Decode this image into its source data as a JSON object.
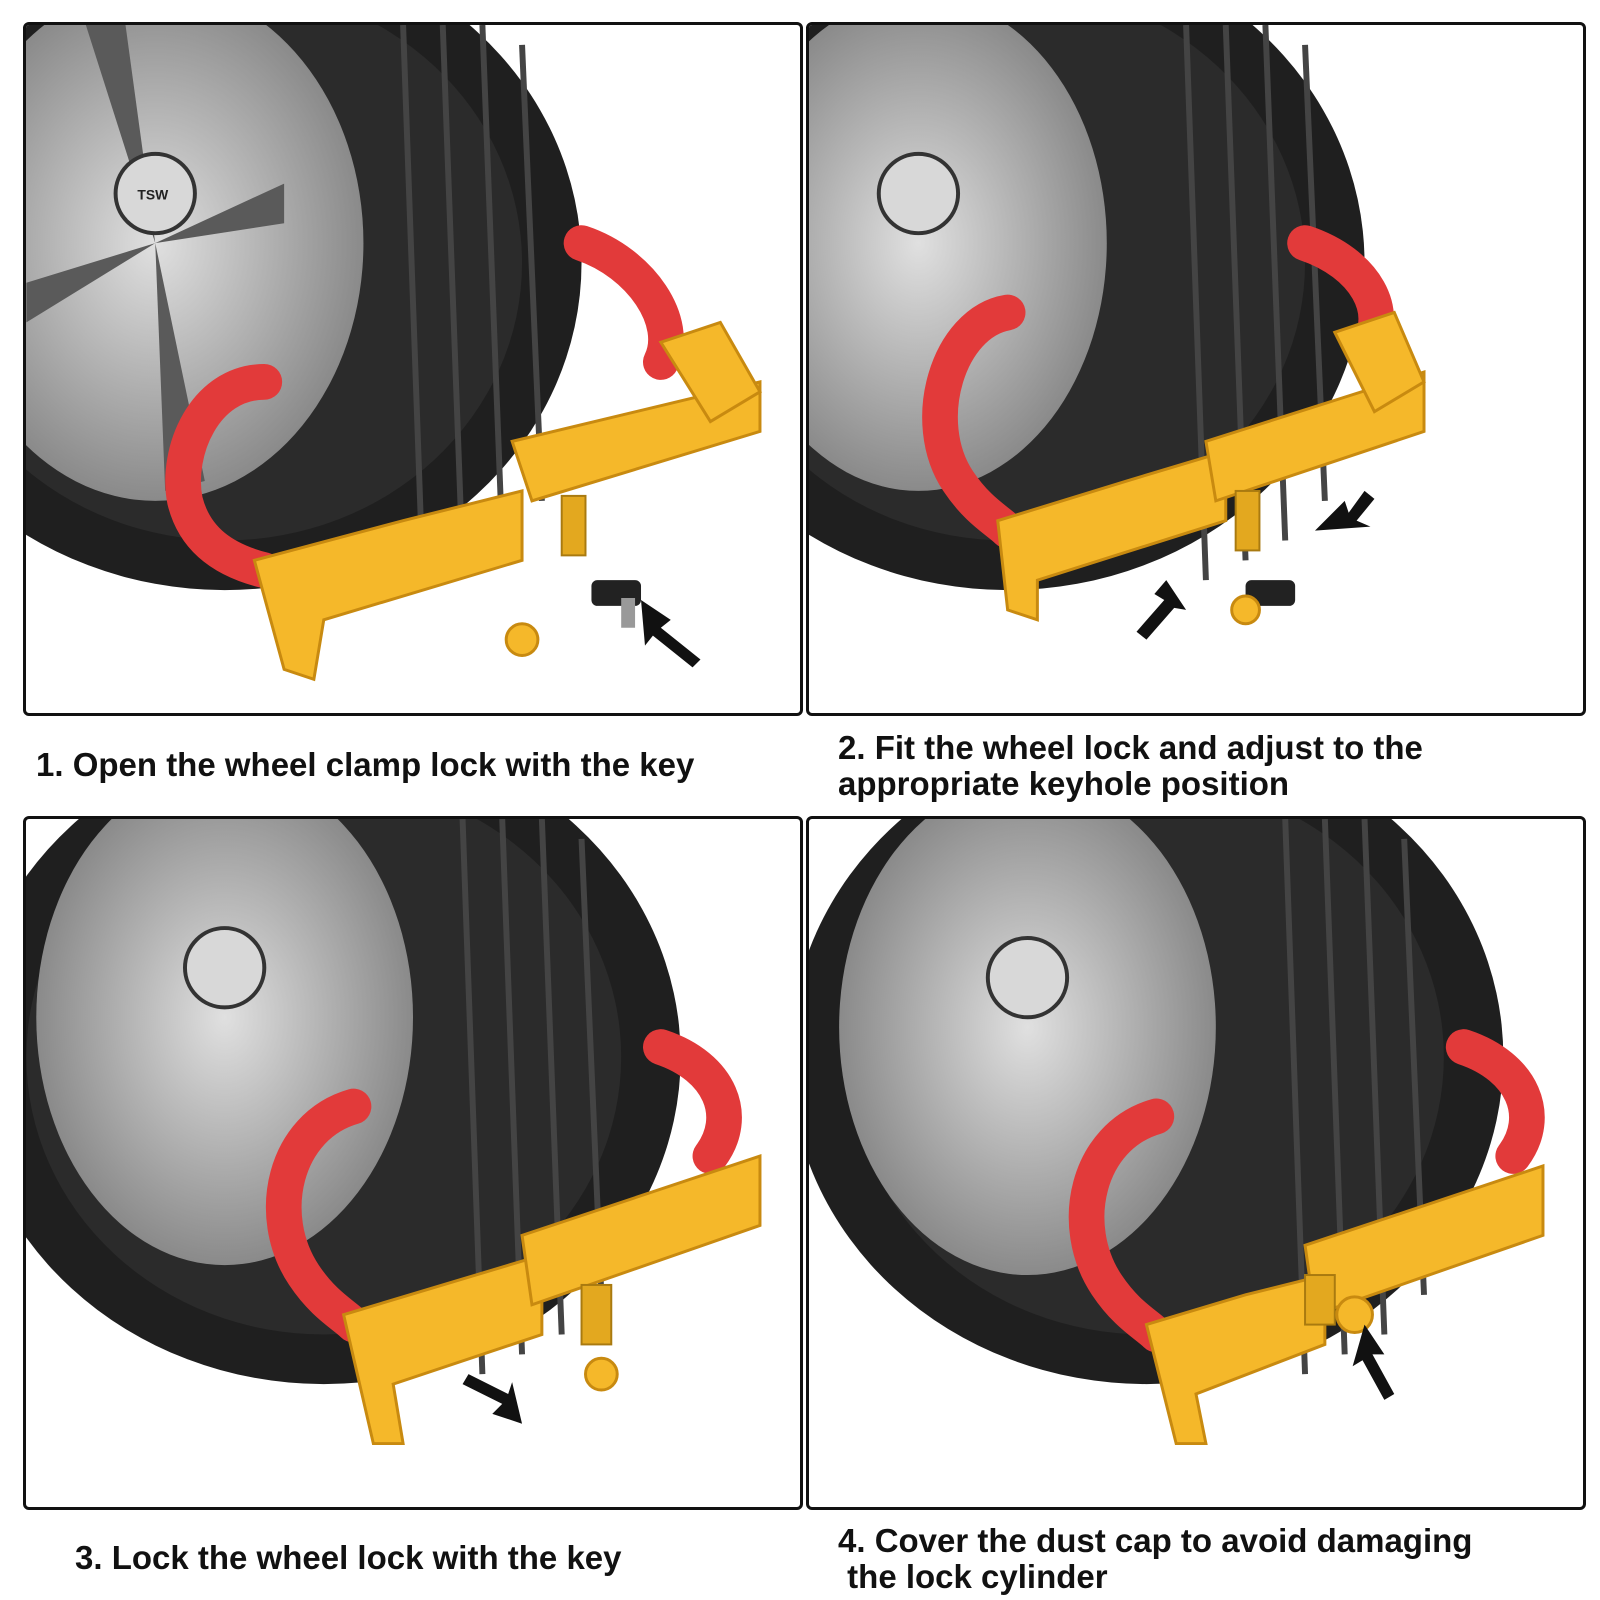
{
  "steps": [
    {
      "caption": "1. Open the wheel clamp lock with the key"
    },
    {
      "caption": "2. Fit the wheel lock and adjust to the\nappropriate keyhole position"
    },
    {
      "caption": "3. Lock the wheel lock with the key"
    },
    {
      "caption": "4. Cover the dust cap to avoid damaging\n the lock cylinder"
    }
  ],
  "hub_logo": "TSW",
  "colors": {
    "clamp_yellow": "#f5b82a",
    "clamp_red": "#e23a3a",
    "tire": "#1f1f1f",
    "rim": "#b8b8b8",
    "arrow": "#111111",
    "border": "#111111"
  },
  "icons": [
    "pointer-arrow-icon",
    "key-icon",
    "dust-cap-icon"
  ]
}
